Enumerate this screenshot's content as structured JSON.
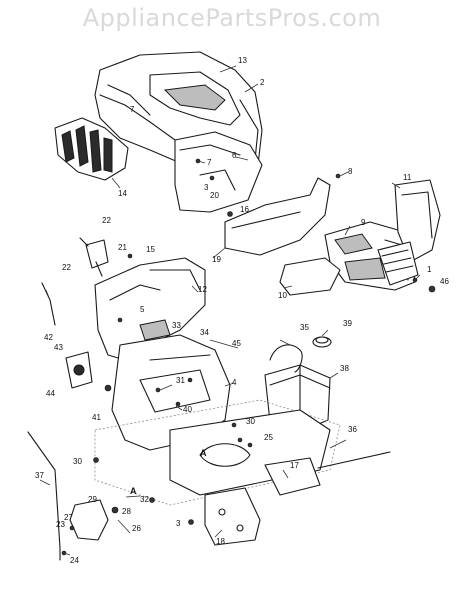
{
  "watermark": "AppliancePartsPros.com",
  "callouts": [
    "13",
    "2",
    "7",
    "14",
    "6",
    "7",
    "3",
    "20",
    "8",
    "16",
    "11",
    "19",
    "9",
    "22",
    "21",
    "15",
    "12",
    "22",
    "1",
    "46",
    "10",
    "5",
    "33",
    "34",
    "42",
    "45",
    "35",
    "39",
    "43",
    "31",
    "4",
    "38",
    "44",
    "41",
    "40",
    "30",
    "25",
    "36",
    "30",
    "37",
    "A",
    "17",
    "29",
    "27",
    "23",
    "28",
    "32",
    "A",
    "26",
    "3",
    "18",
    "24"
  ]
}
